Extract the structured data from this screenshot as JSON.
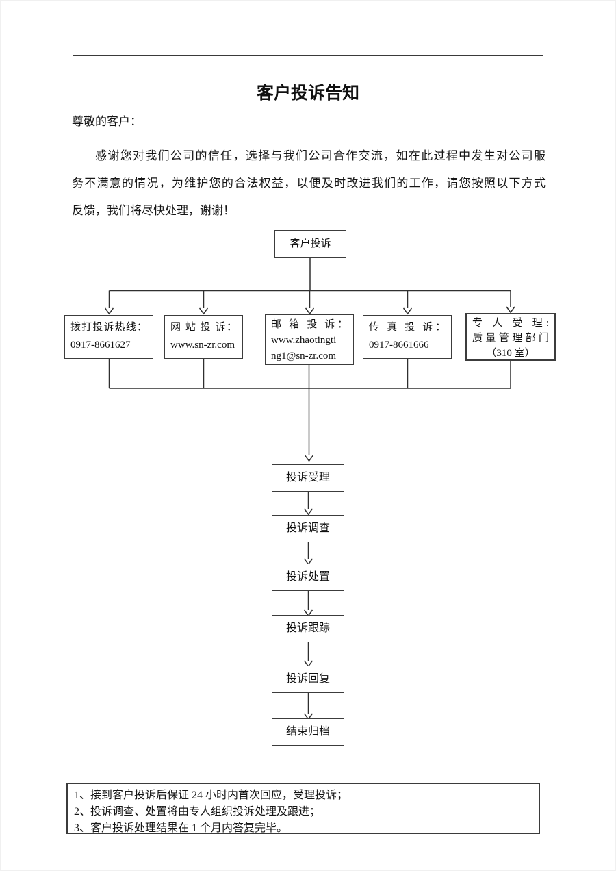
{
  "doc": {
    "title": "客户投诉告知",
    "salutation": "尊敬的客户：",
    "paragraph": {
      "line1": "感谢您对我们公司的信任，选择与我们公司合作交流，如在此过程中发生对公司服",
      "line2": "务不满意的情况，为维护您的合法权益，以便及时改进我们的工作，请您按照以下方式",
      "line3": "反馈，我们将尽快处理，谢谢！"
    }
  },
  "flowchart": {
    "start": "客户投诉",
    "channels": [
      {
        "lines": [
          "拨打投诉热线：",
          "0917-8661627"
        ]
      },
      {
        "lines": [
          "网 站 投 诉：",
          "www.sn-zr.com"
        ]
      },
      {
        "lines": [
          "邮 箱 投 诉：",
          "www.zhaotingti",
          "ng1@sn-zr.com"
        ]
      },
      {
        "lines": [
          "传 真 投 诉：",
          "0917-8661666"
        ]
      },
      {
        "lines": [
          "专 人 受 理:",
          "质量管理部门",
          "（310 室）"
        ]
      }
    ],
    "steps": [
      "投诉受理",
      "投诉调查",
      "投诉处置",
      "投诉跟踪",
      "投诉回复",
      "结束归档"
    ]
  },
  "notes": {
    "items": [
      "1、接到客户投诉后保证 24 小时内首次回应，受理投诉；",
      "2、投诉调查、处置将由专人组织投诉处理及跟进；",
      "3、客户投诉处理结果在 1 个月内答复完毕。"
    ]
  },
  "colors": {
    "ink": "#161616",
    "line_color": "#2f2f2f",
    "border_color": "#3c3c3c"
  }
}
